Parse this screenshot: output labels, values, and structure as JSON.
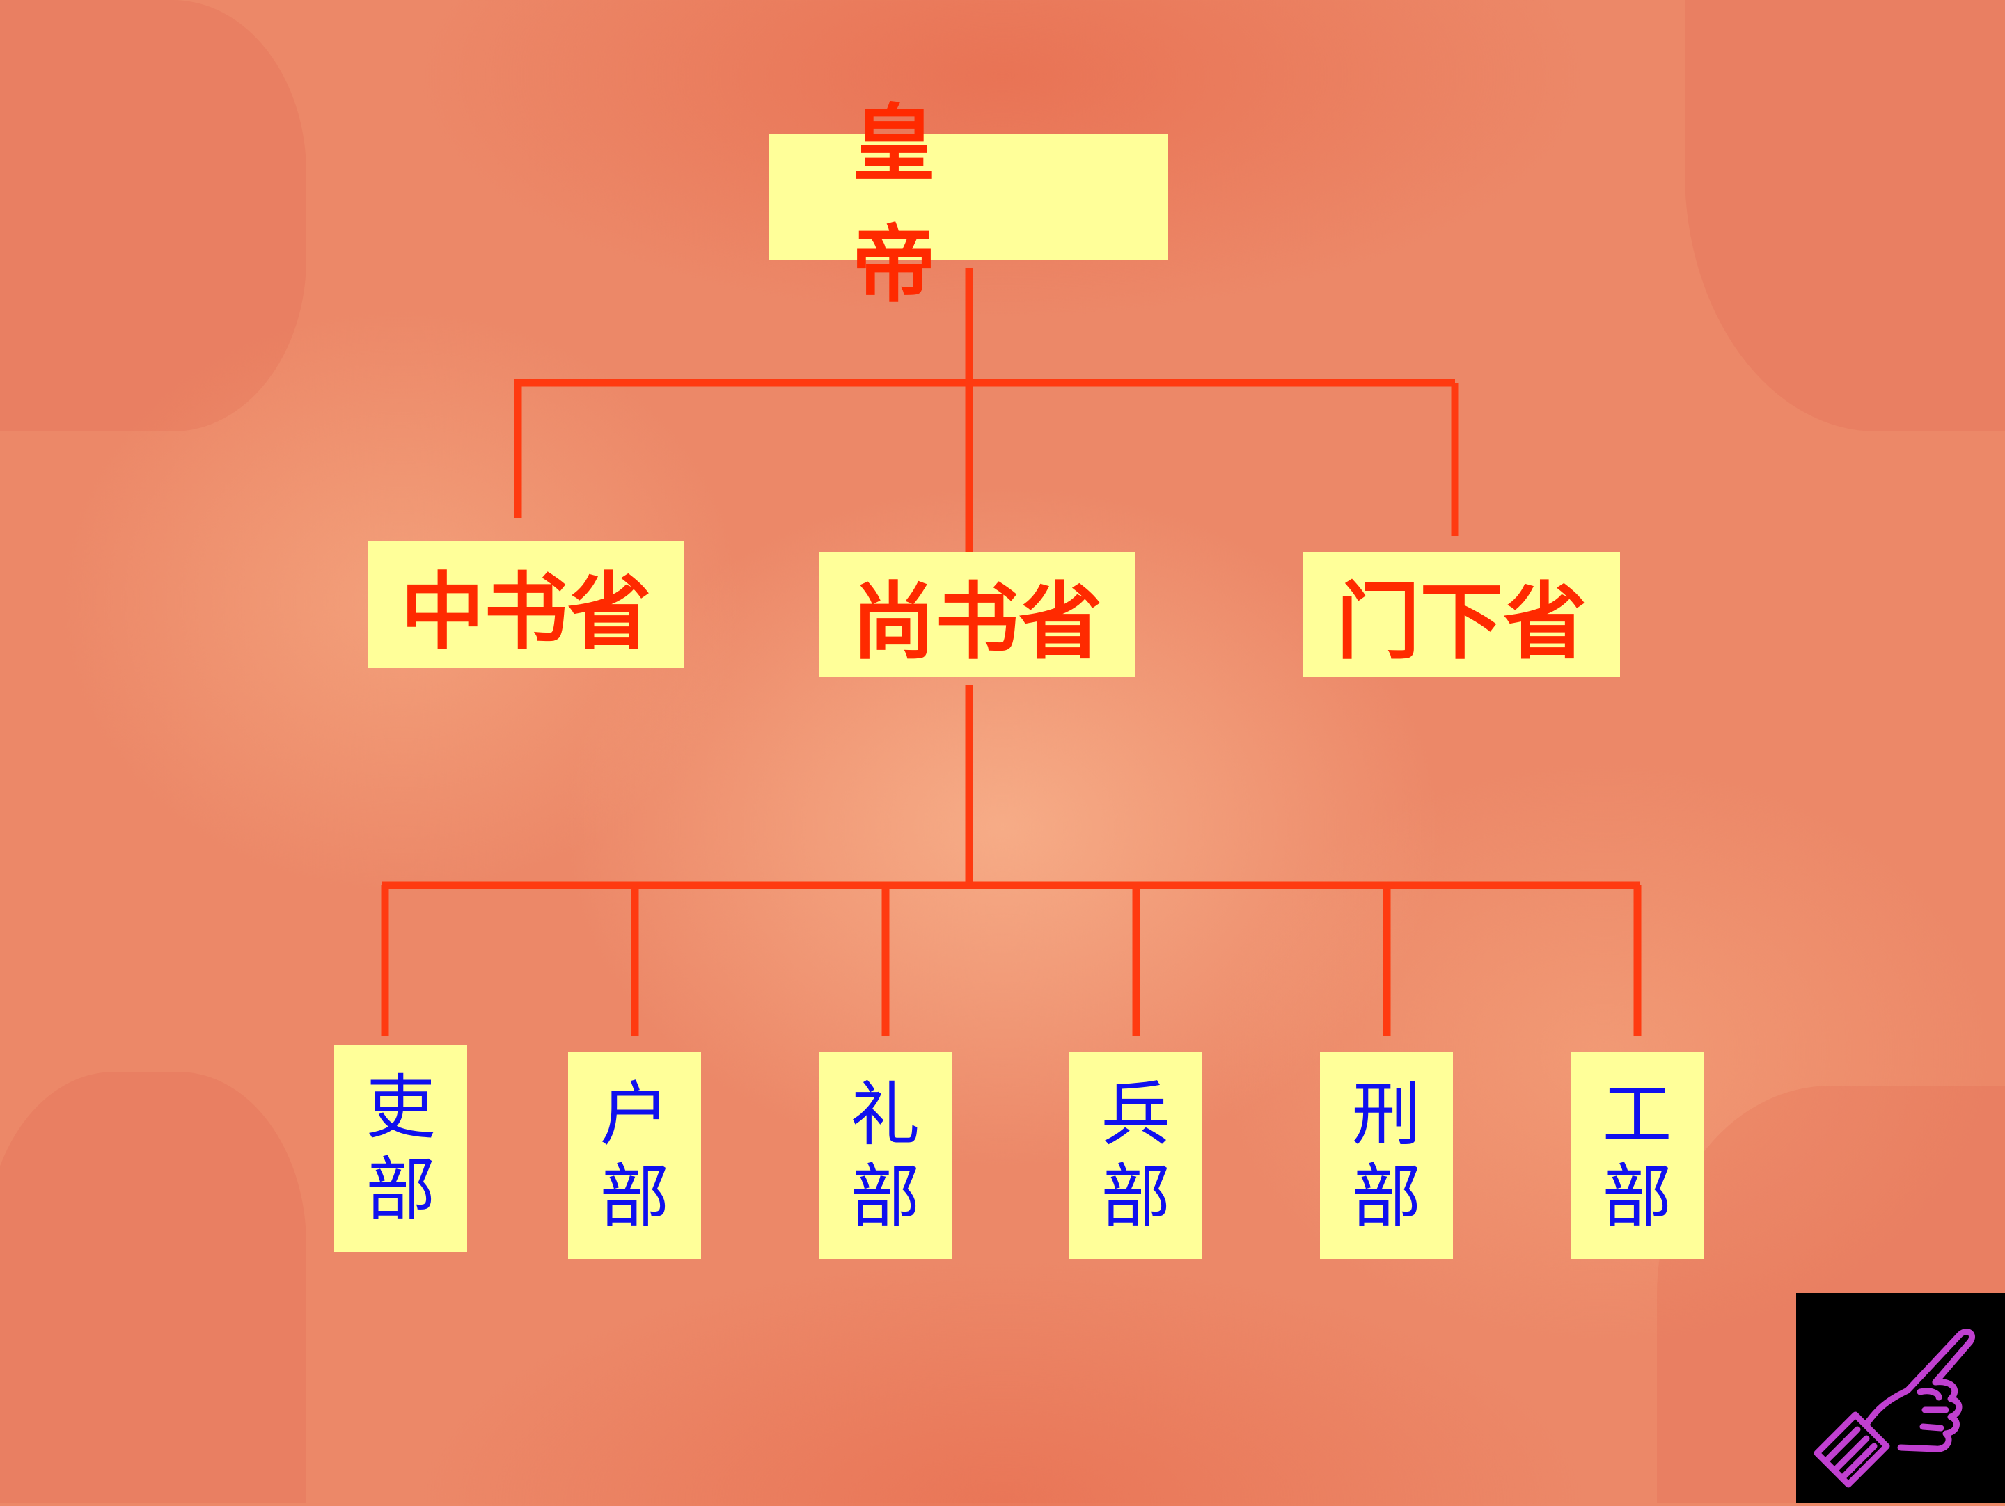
{
  "diagram": {
    "root": {
      "label": "皇帝"
    },
    "level2": [
      {
        "label": "中书省"
      },
      {
        "label": "尚书省"
      },
      {
        "label": "门下省"
      }
    ],
    "departments": [
      {
        "line1": "吏",
        "line2": "部"
      },
      {
        "line1": "户",
        "line2": "部"
      },
      {
        "line1": "礼",
        "line2": "部"
      },
      {
        "line1": "兵",
        "line2": "部"
      },
      {
        "line1": "刑",
        "line2": "部"
      },
      {
        "line1": "工",
        "line2": "部"
      }
    ]
  },
  "colors": {
    "box_fill": "#ffff99",
    "line": "#ff3a10",
    "top_text": "#ff2a00",
    "dept_text": "#1010ee",
    "background": "#ec8868"
  },
  "icons": {
    "corner_nav": "pointing-hand-icon"
  }
}
